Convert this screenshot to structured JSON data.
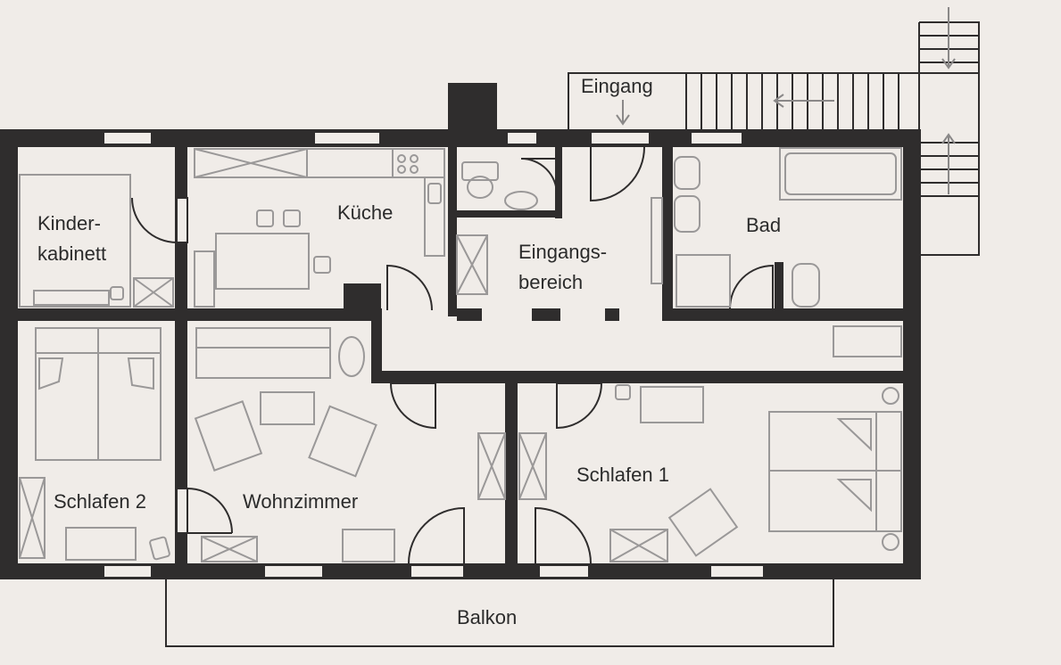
{
  "plan": {
    "rooms": {
      "kinderkabinett_1": "Kinder-",
      "kinderkabinett_2": "kabinett",
      "kueche": "Küche",
      "eingangsbereich_1": "Eingangs-",
      "eingangsbereich_2": "bereich",
      "bad": "Bad",
      "schlafen2": "Schlafen 2",
      "wohnzimmer": "Wohnzimmer",
      "schlafen1": "Schlafen 1",
      "balkon": "Balkon"
    },
    "entrance_label": "Eingang"
  },
  "colors": {
    "background": "#f0ece8",
    "wall": "#2f2d2d",
    "furniture": "#9a9898"
  }
}
